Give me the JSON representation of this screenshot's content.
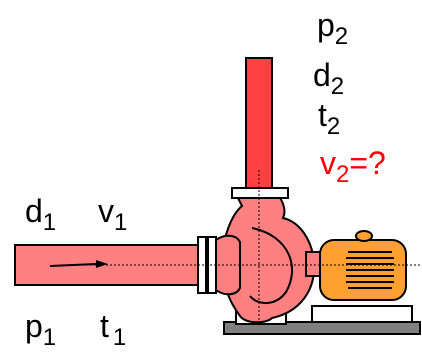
{
  "labels": {
    "p2": {
      "main": "p",
      "sub": "2"
    },
    "d2": {
      "main": "d",
      "sub": "2"
    },
    "t2": {
      "main": "t",
      "sub": "2"
    },
    "v2": {
      "main": "v",
      "sub": "2",
      "suffix": "=?"
    },
    "d1": {
      "main": "d",
      "sub": "1"
    },
    "v1": {
      "main": "v",
      "sub": "1"
    },
    "p1": {
      "main": "p",
      "sub": "1"
    },
    "t1": {
      "main": "t",
      "sub": "1"
    }
  },
  "colors": {
    "discharge_pipe": "#ff4040",
    "suction_pipe": "#ff8080",
    "pump_casing": "#ff8080",
    "motor_body": "#ffa030",
    "base_plate": "#808080",
    "unknown_label": "#ff0000"
  }
}
